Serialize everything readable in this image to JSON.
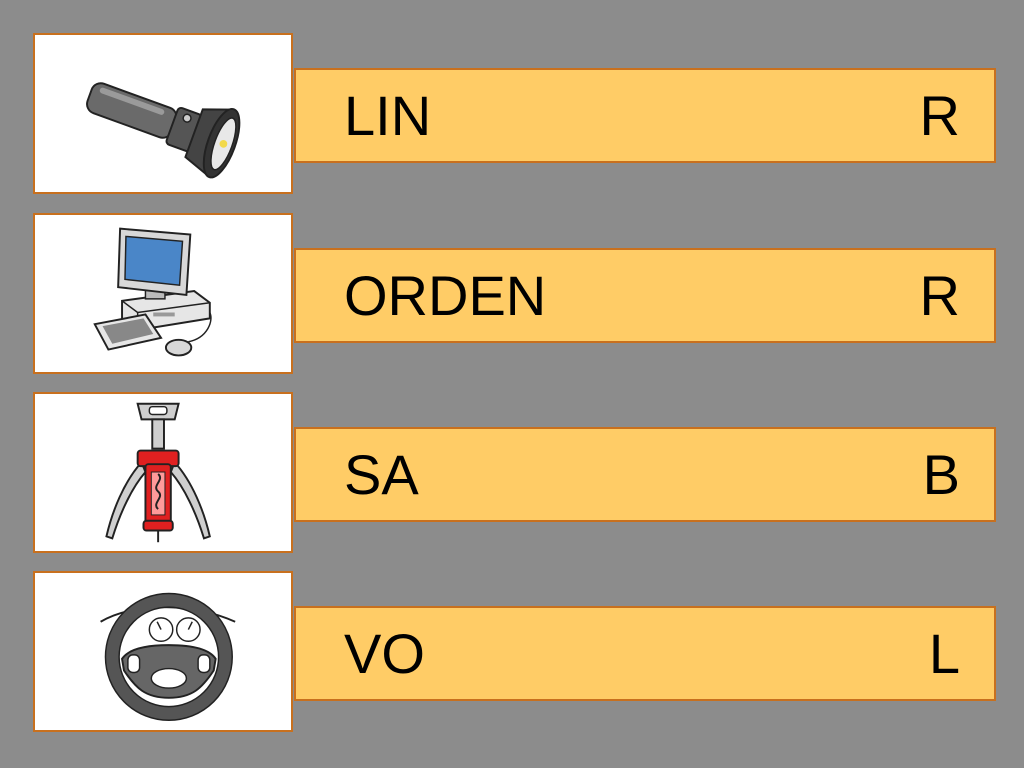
{
  "rows": [
    {
      "picture": "flashlight-icon",
      "word": "LIN",
      "letter": "R"
    },
    {
      "picture": "computer-icon",
      "word": "ORDEN",
      "letter": "R"
    },
    {
      "picture": "corkscrew-icon",
      "word": "SA",
      "letter": "B"
    },
    {
      "picture": "steering-wheel-icon",
      "word": "VO",
      "letter": "L"
    }
  ],
  "colors": {
    "background": "#8c8c8c",
    "bar_fill": "#ffcc66",
    "border": "#c8701e",
    "card_fill": "#ffffff"
  }
}
